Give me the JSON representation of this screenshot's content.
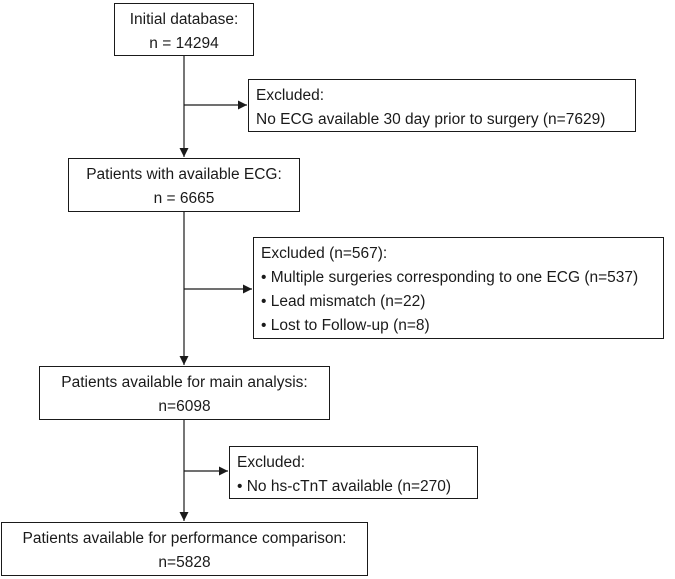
{
  "stages": [
    {
      "lines": [
        "Initial database:",
        "n = 14294"
      ]
    },
    {
      "lines": [
        "Patients with available ECG:",
        "n = 6665"
      ]
    },
    {
      "lines": [
        "Patients available for main analysis:",
        "n=6098"
      ]
    },
    {
      "lines": [
        "Patients available for performance comparison:",
        "n=5828"
      ]
    }
  ],
  "exclusions": [
    {
      "lines": [
        "Excluded:",
        "No ECG available 30 day prior to surgery (n=7629)"
      ]
    },
    {
      "lines": [
        "Excluded (n=567):",
        "• Multiple surgeries corresponding to one ECG (n=537)",
        "• Lead mismatch (n=22)",
        "• Lost to Follow-up (n=8)"
      ]
    },
    {
      "lines": [
        "Excluded:",
        "• No hs-cTnT available (n=270)"
      ]
    }
  ]
}
